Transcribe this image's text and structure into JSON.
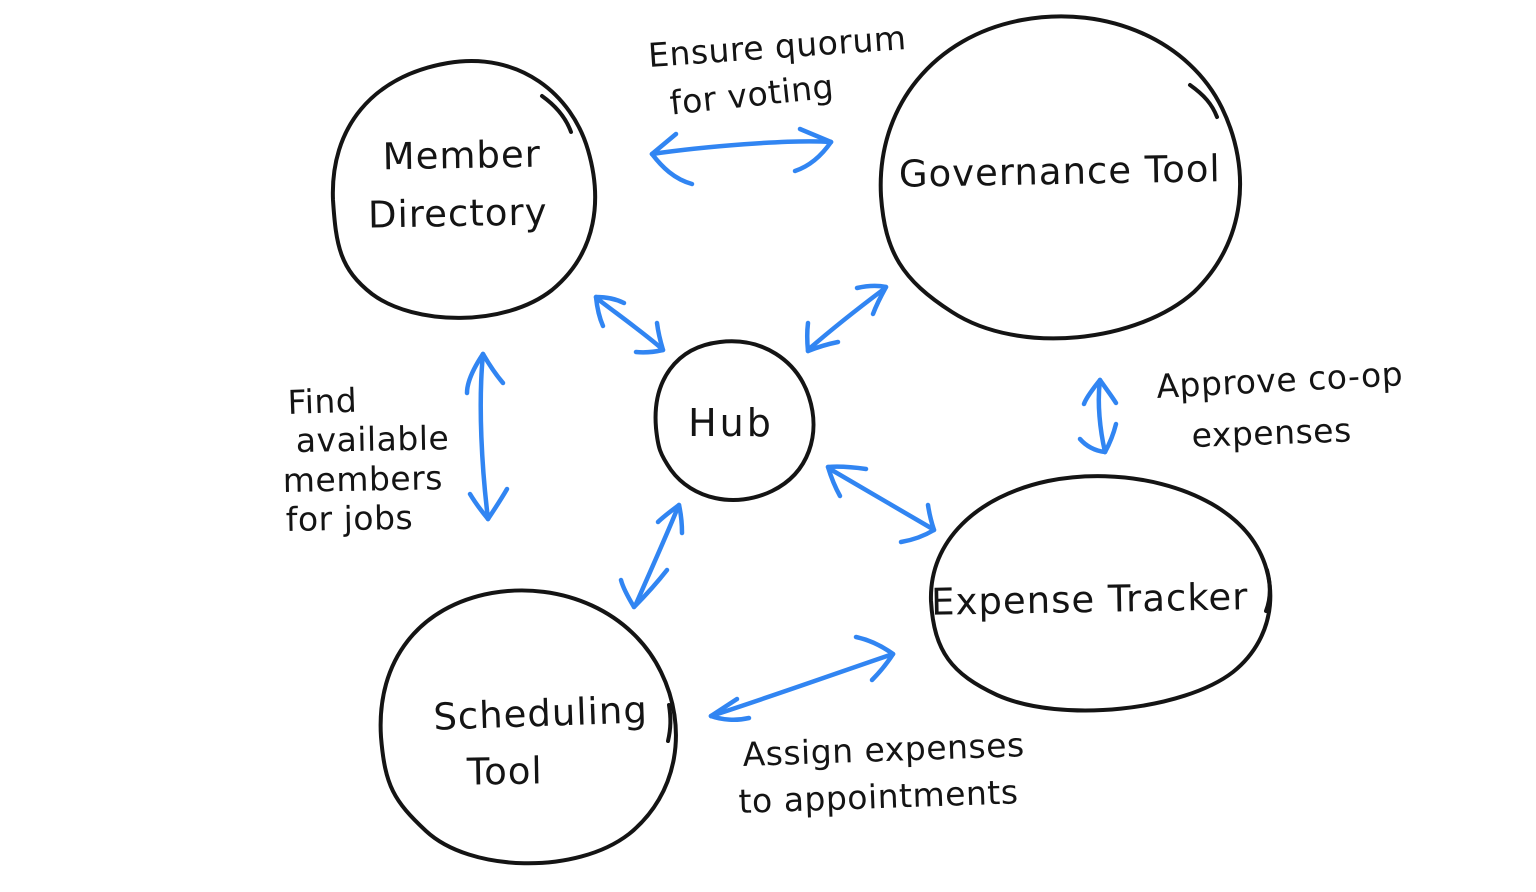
{
  "canvas": {
    "background": "#ffffff",
    "ink": "#141414",
    "accent": "#3185f2"
  },
  "diagram_type": "hand-drawn hub-and-spoke integration sketch",
  "nodes": [
    {
      "id": "member-directory",
      "lines": [
        "Member",
        "Directory"
      ]
    },
    {
      "id": "governance-tool",
      "lines": [
        "Governance Tool"
      ]
    },
    {
      "id": "hub",
      "lines": [
        "Hub"
      ]
    },
    {
      "id": "scheduling-tool",
      "lines": [
        "Scheduling",
        "Tool"
      ]
    },
    {
      "id": "expense-tracker",
      "lines": [
        "Expense Tracker"
      ]
    }
  ],
  "edges": [
    {
      "id": "member-directory__governance-tool",
      "from": "Member Directory",
      "to": "Governance Tool",
      "bidirectional": true,
      "label_lines": [
        "Ensure quorum",
        "for voting"
      ]
    },
    {
      "id": "member-directory__scheduling-tool",
      "from": "Member Directory",
      "to": "Scheduling Tool",
      "bidirectional": true,
      "label_lines": [
        "Find",
        "available",
        "members",
        "for jobs"
      ]
    },
    {
      "id": "governance-tool__expense-tracker",
      "from": "Governance Tool",
      "to": "Expense Tracker",
      "bidirectional": true,
      "label_lines": [
        "Approve co-op",
        "expenses"
      ]
    },
    {
      "id": "scheduling-tool__expense-tracker",
      "from": "Scheduling Tool",
      "to": "Expense Tracker",
      "bidirectional": true,
      "label_lines": [
        "Assign expenses",
        "to appointments"
      ]
    },
    {
      "id": "hub__member-directory",
      "from": "Hub",
      "to": "Member Directory",
      "bidirectional": true,
      "label_lines": []
    },
    {
      "id": "hub__governance-tool",
      "from": "Hub",
      "to": "Governance Tool",
      "bidirectional": true,
      "label_lines": []
    },
    {
      "id": "hub__scheduling-tool",
      "from": "Hub",
      "to": "Scheduling Tool",
      "bidirectional": true,
      "label_lines": []
    },
    {
      "id": "hub__expense-tracker",
      "from": "Hub",
      "to": "Expense Tracker",
      "bidirectional": true,
      "label_lines": []
    }
  ]
}
